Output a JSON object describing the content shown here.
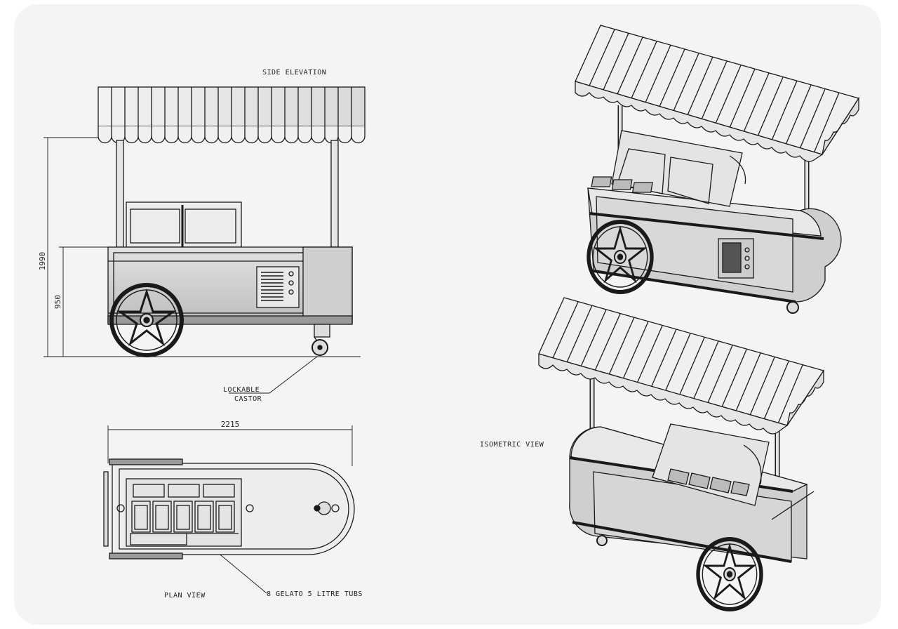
{
  "labels": {
    "side_elevation": "SIDE ELEVATION",
    "lockable_castor_line1": "LOCKABLE",
    "lockable_castor_line2": "CASTOR",
    "plan_view": "PLAN VIEW",
    "isometric_view": "ISOMETRIC VIEW",
    "gelato_tubs": "8 GELATO 5 LITRE TUBS"
  },
  "dimensions": {
    "overall_height": "1990",
    "counter_height": "950",
    "overall_length": "2215"
  },
  "colors": {
    "line": "#1a1a1a",
    "fill_light": "#ececec",
    "fill_mid": "#d6d6d6",
    "fill_dark": "#9a9a9a",
    "sheet": "#f4f4f4"
  }
}
